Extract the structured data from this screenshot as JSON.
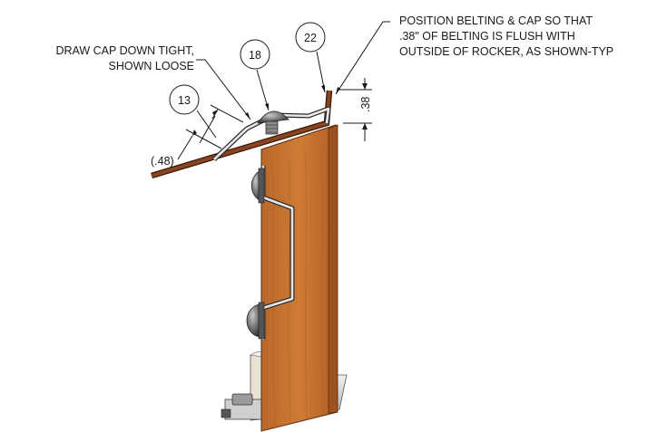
{
  "notes": {
    "cap_line1": "DRAW CAP DOWN TIGHT,",
    "cap_line2": "SHOWN LOOSE",
    "pos_line1": "POSITION BELTING & CAP SO THAT",
    "pos_line2": ".38\" OF BELTING IS FLUSH WITH",
    "pos_line3": "OUTSIDE OF ROCKER, AS SHOWN-TYP"
  },
  "balloons": {
    "b13": "13",
    "b18": "18",
    "b22": "22"
  },
  "dimensions": {
    "belting_thickness": "(.48)",
    "flush_height": ".38"
  },
  "colors": {
    "wood_base": "#c8742f",
    "wood_dark": "#8f4a1a",
    "belting": "#7a3e1c",
    "metal": "#d8d8d8",
    "metal_edge": "#333333",
    "bracket": "#e6dccb",
    "bolt": "#6e6e6e"
  }
}
